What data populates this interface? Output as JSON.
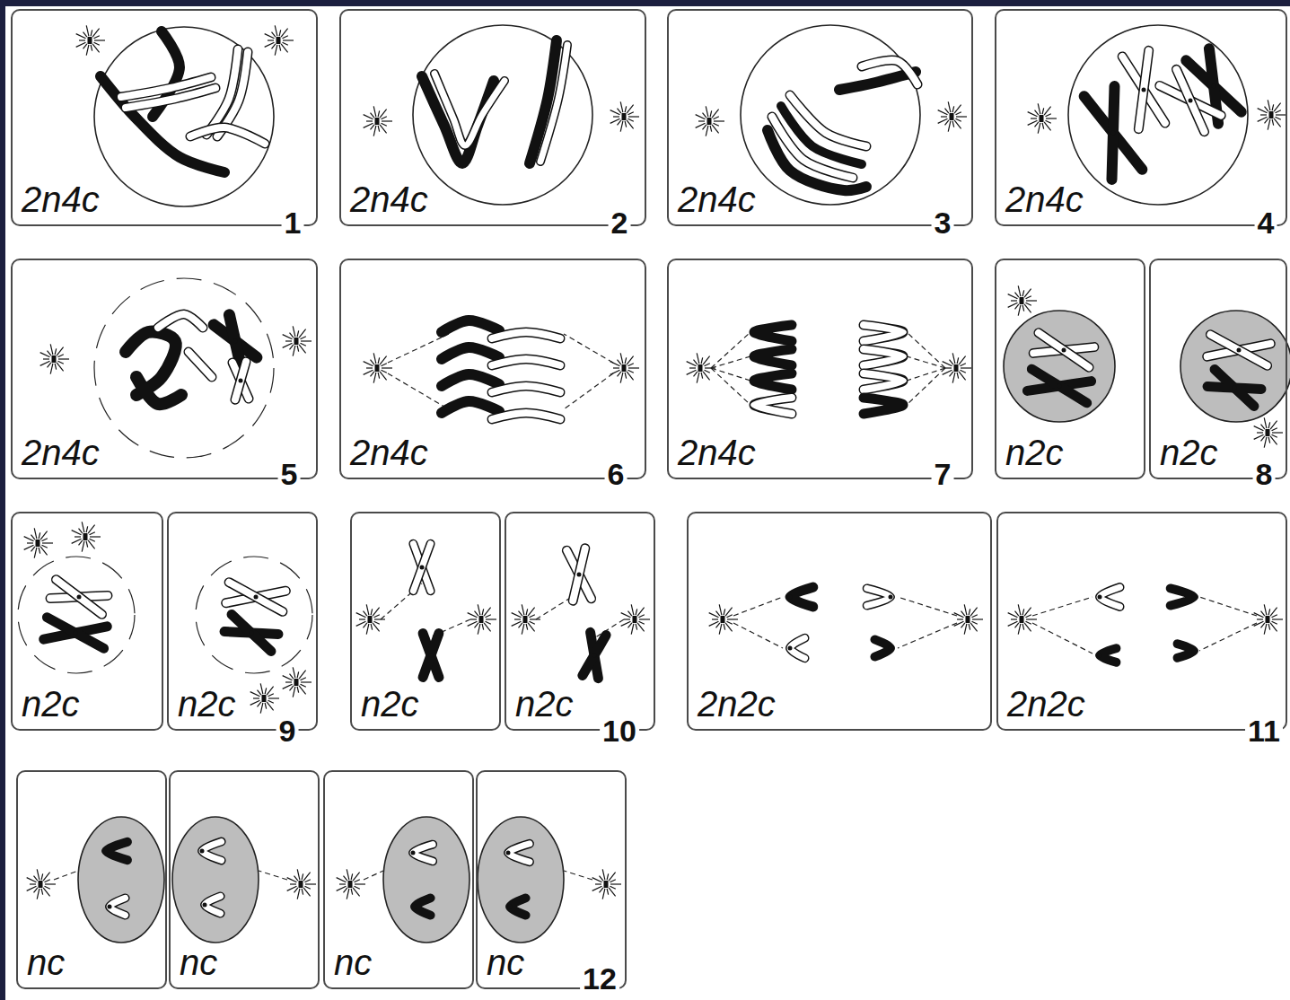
{
  "diagram": {
    "nodes": [
      {
        "text": [
          "2n4c"
        ]
      },
      {
        "text": [
          "2n4c"
        ]
      },
      {
        "text": [
          "2n4c"
        ]
      },
      {
        "text": [
          "2n4c"
        ]
      },
      {
        "text": [
          "2n4c"
        ]
      },
      {
        "text": [
          "2n4c"
        ]
      },
      {
        "text": [
          "2n4c"
        ]
      },
      {
        "text": [
          "n2c"
        ]
      },
      {
        "text": [
          "n2c"
        ]
      },
      {
        "text": [
          "n2c"
        ]
      },
      {
        "text": [
          "n2c"
        ]
      },
      {
        "text": [
          "n2c"
        ]
      },
      {
        "text": [
          "n2c"
        ]
      },
      {
        "text": [
          "2n2c"
        ]
      },
      {
        "text": [
          "2n2c"
        ]
      },
      {
        "text": [
          "nc"
        ]
      },
      {
        "text": [
          "nc"
        ]
      },
      {
        "text": [
          "nc"
        ]
      },
      {
        "text": [
          "nc"
        ]
      }
    ],
    "labels": [
      "1",
      "2",
      "3",
      "4",
      "5",
      "6",
      "7",
      "8",
      "9",
      "10",
      "11",
      "12"
    ]
  }
}
